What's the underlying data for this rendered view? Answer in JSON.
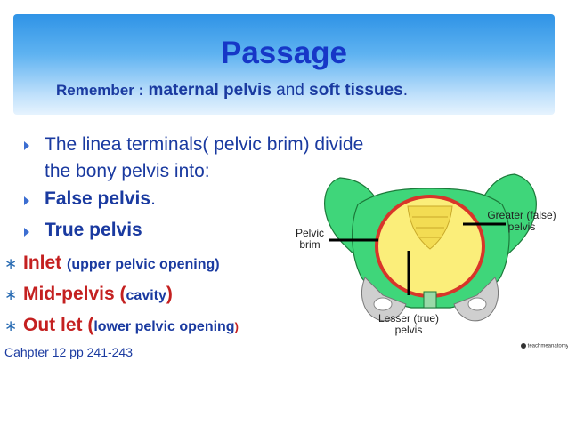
{
  "title": "Passage",
  "subtitle": {
    "remember": "Remember :",
    "maternal_pelvis": "maternal pelvis",
    "and": "and",
    "soft_tissues": "soft tissues",
    "period": "."
  },
  "bullets": {
    "b1_line1": "The linea terminals( pelvic brim) divide",
    "b1_line2": "the bony pelvis into:",
    "b2_text": "False pelvis",
    "b2_period": ".",
    "b3_text": "True pelvis"
  },
  "star_items": {
    "inlet_main": "Inlet",
    "inlet_detail": "(upper pelvic opening)",
    "mid_main": "Mid-pelvis (",
    "mid_detail": "cavity",
    "mid_close": ")",
    "out_main": "Out let (",
    "out_detail": "lower pelvic opening",
    "out_close": ")"
  },
  "reference": "Cahpter 12 pp 241-243",
  "figure": {
    "label_brim_1": "Pelvic",
    "label_brim_2": "brim",
    "label_false_1": "Greater (false)",
    "label_false_2": "pelvis",
    "label_true_1": "Lesser (true)",
    "label_true_2": "pelvis",
    "logo": "teachmeanatomy"
  },
  "colors": {
    "header_top": "#2f93e6",
    "title": "#1637c7",
    "text_blue": "#1a3aa0",
    "red": "#c42020",
    "pelvis_green": "#3fd67a",
    "true_pelvis_yellow": "#fbee7a",
    "brim_red": "#d8352a"
  }
}
